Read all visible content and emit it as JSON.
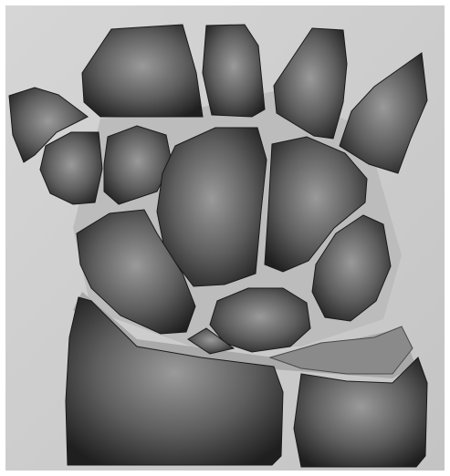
{
  "figure": {
    "kind": "illustration",
    "subject": "bone-mosaic",
    "colors": {
      "frame": "#ffffff",
      "paper": "#cfcfcf",
      "gap": "#bdbdbd",
      "bone_light": "#9a9a9a",
      "bone_mid": "#5e5e5e",
      "bone_dark": "#1f1f1f"
    },
    "bones": [
      {
        "name": "upper-left-slab"
      },
      {
        "name": "upper-mid-slab"
      },
      {
        "name": "upper-right-slab"
      },
      {
        "name": "right-wing-slab"
      },
      {
        "name": "left-wing-slab"
      },
      {
        "name": "small-left-piece"
      },
      {
        "name": "small-mid-piece"
      },
      {
        "name": "central-large-piece"
      },
      {
        "name": "central-right-piece"
      },
      {
        "name": "right-round-piece"
      },
      {
        "name": "left-lower-piece"
      },
      {
        "name": "bottom-oval-piece"
      },
      {
        "name": "small-bottom-wedge"
      },
      {
        "name": "lower-left-block"
      },
      {
        "name": "lower-right-block"
      },
      {
        "name": "right-flat-slab"
      }
    ]
  }
}
